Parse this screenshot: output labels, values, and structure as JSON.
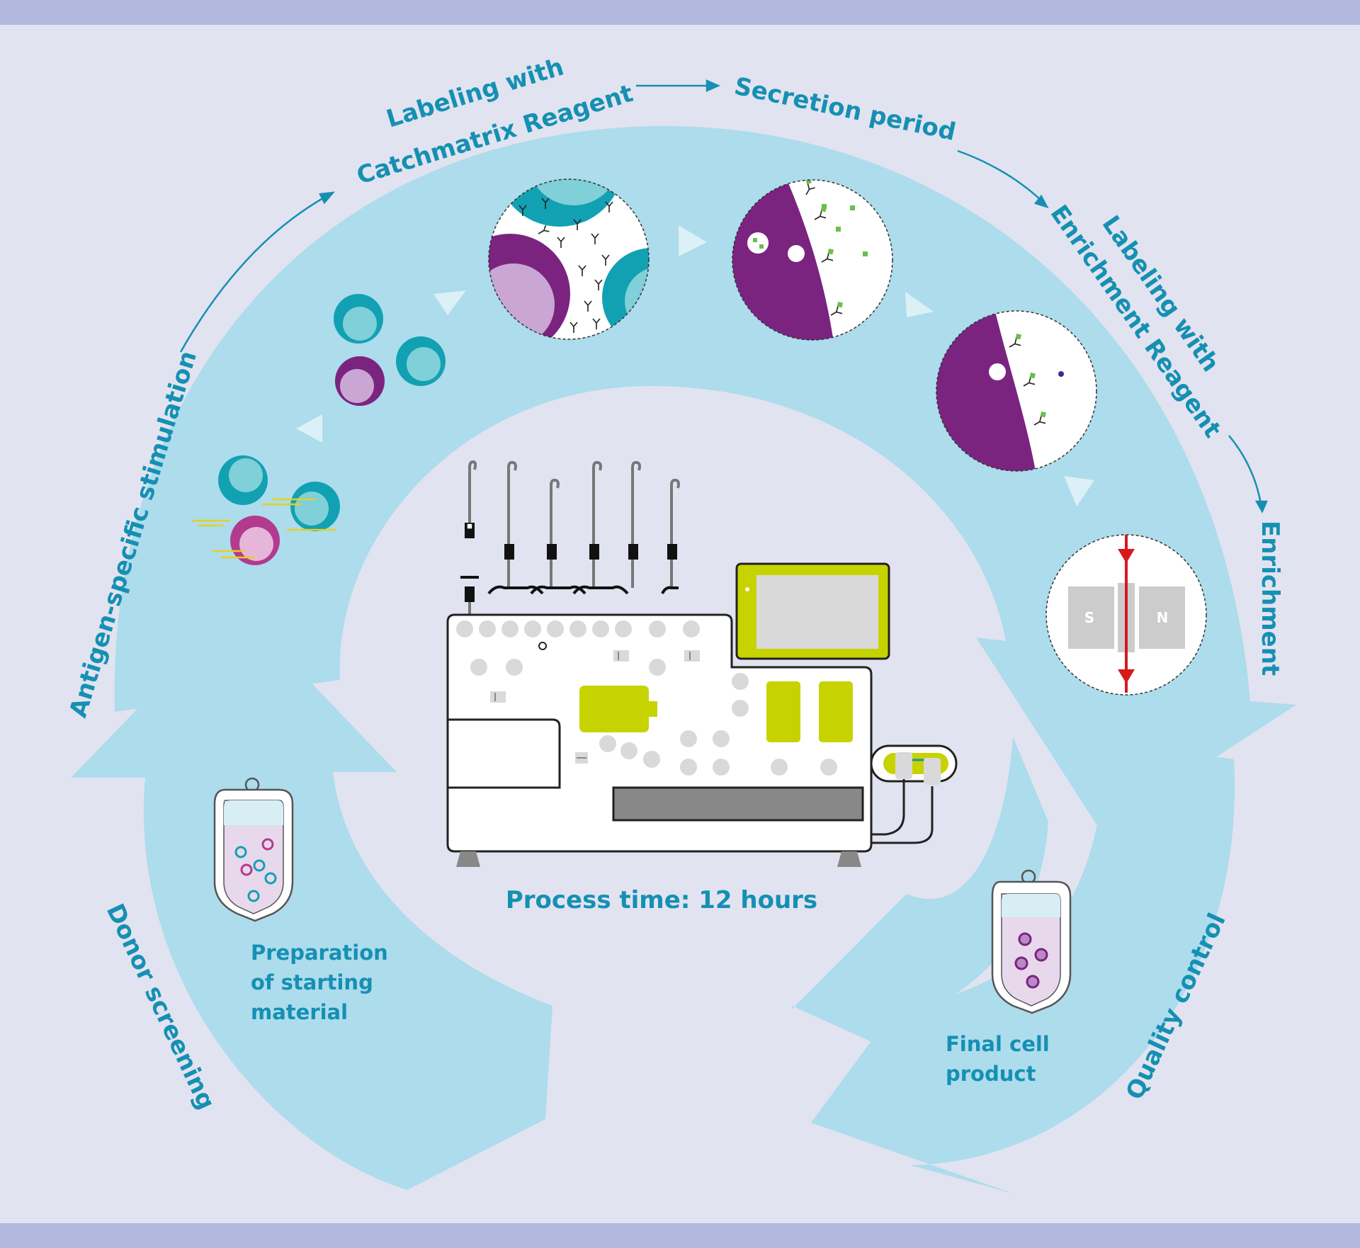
{
  "colors": {
    "background": "#e2e3f0",
    "band": "#b2b7de",
    "cycle": "#addcec",
    "text_teal": "#1590b3",
    "teal": "#12a1b2",
    "teal_light": "#7fd0d8",
    "purple": "#7a2480",
    "purple_light": "#c9a6d4",
    "magenta": "#b23b8f",
    "lime": "#c7d300",
    "grey": "#cccccc",
    "red": "#d7191c"
  },
  "labels": {
    "antigen_stimulation": "Antigen-specific stimulation",
    "labeling_catch_line1": "Labeling with",
    "labeling_catch_line2": "Catchmatrix Reagent",
    "secretion": "Secretion period",
    "labeling_enrich_line1": "Labeling with",
    "labeling_enrich_line2": "Enrichment Reagent",
    "enrichment": "Enrichment",
    "donor_screening": "Donor screening",
    "quality_control": "Quality control",
    "preparation_line1": "Preparation",
    "preparation_line2": "of starting",
    "preparation_line3": "material",
    "final_line1": "Final cell",
    "final_line2": "product",
    "process_time": "Process time: 12 hours",
    "magnet_s": "S",
    "magnet_n": "N"
  },
  "icons": [
    "cell-icon",
    "antibody-icon",
    "magnet-icon",
    "cell-bag-icon",
    "instrument-icon"
  ]
}
